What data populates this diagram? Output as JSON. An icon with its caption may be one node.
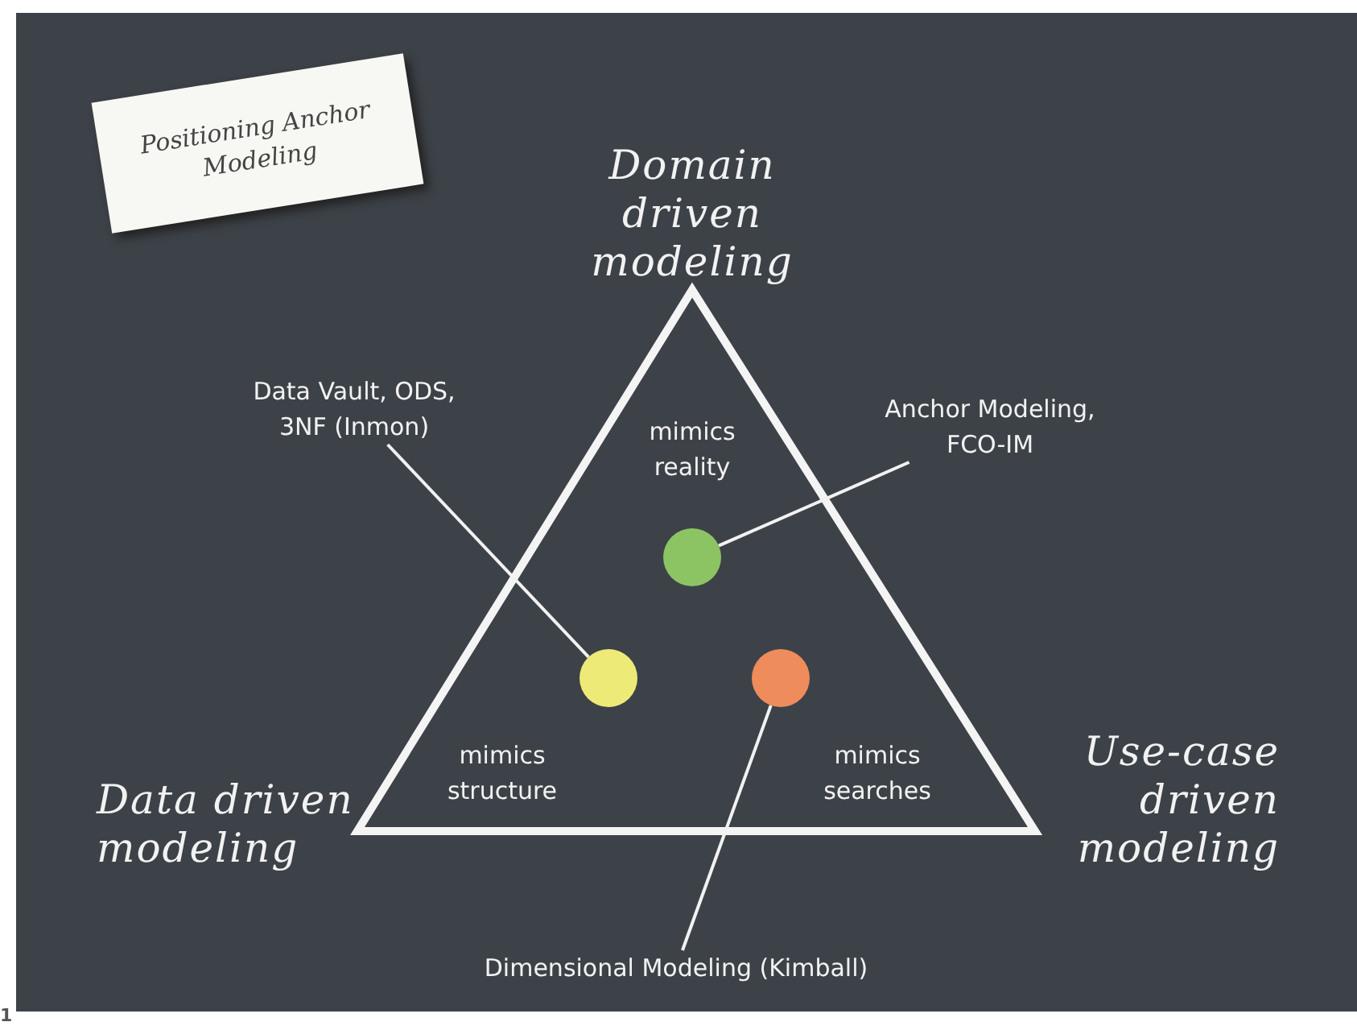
{
  "diagram": {
    "title": "Positioning Anchor Modeling",
    "nodes": [
      {
        "text": [
          "Data Vault, ODS, 3NF (Inmon)"
        ]
      },
      {
        "text": [
          "Anchor Modeling, FCO-IM"
        ]
      },
      {
        "text": [],
        "shape": "circle"
      },
      {
        "text": [],
        "shape": "circle"
      },
      {
        "text": [],
        "shape": "circle"
      },
      {
        "text": [
          "Dimensional Modeling (Kimball)"
        ]
      }
    ],
    "edges": [
      {
        "from": 0,
        "to": 3,
        "arrow": "none"
      },
      {
        "from": 1,
        "to": 2,
        "arrow": "none"
      },
      {
        "from": 5,
        "to": 4,
        "arrow": "none"
      }
    ],
    "labels": [
      "Domain driven modeling",
      "mimics reality",
      "Data driven modeling",
      "mimics structure",
      "mimics searches",
      "Use-case driven modeling",
      "1"
    ]
  }
}
